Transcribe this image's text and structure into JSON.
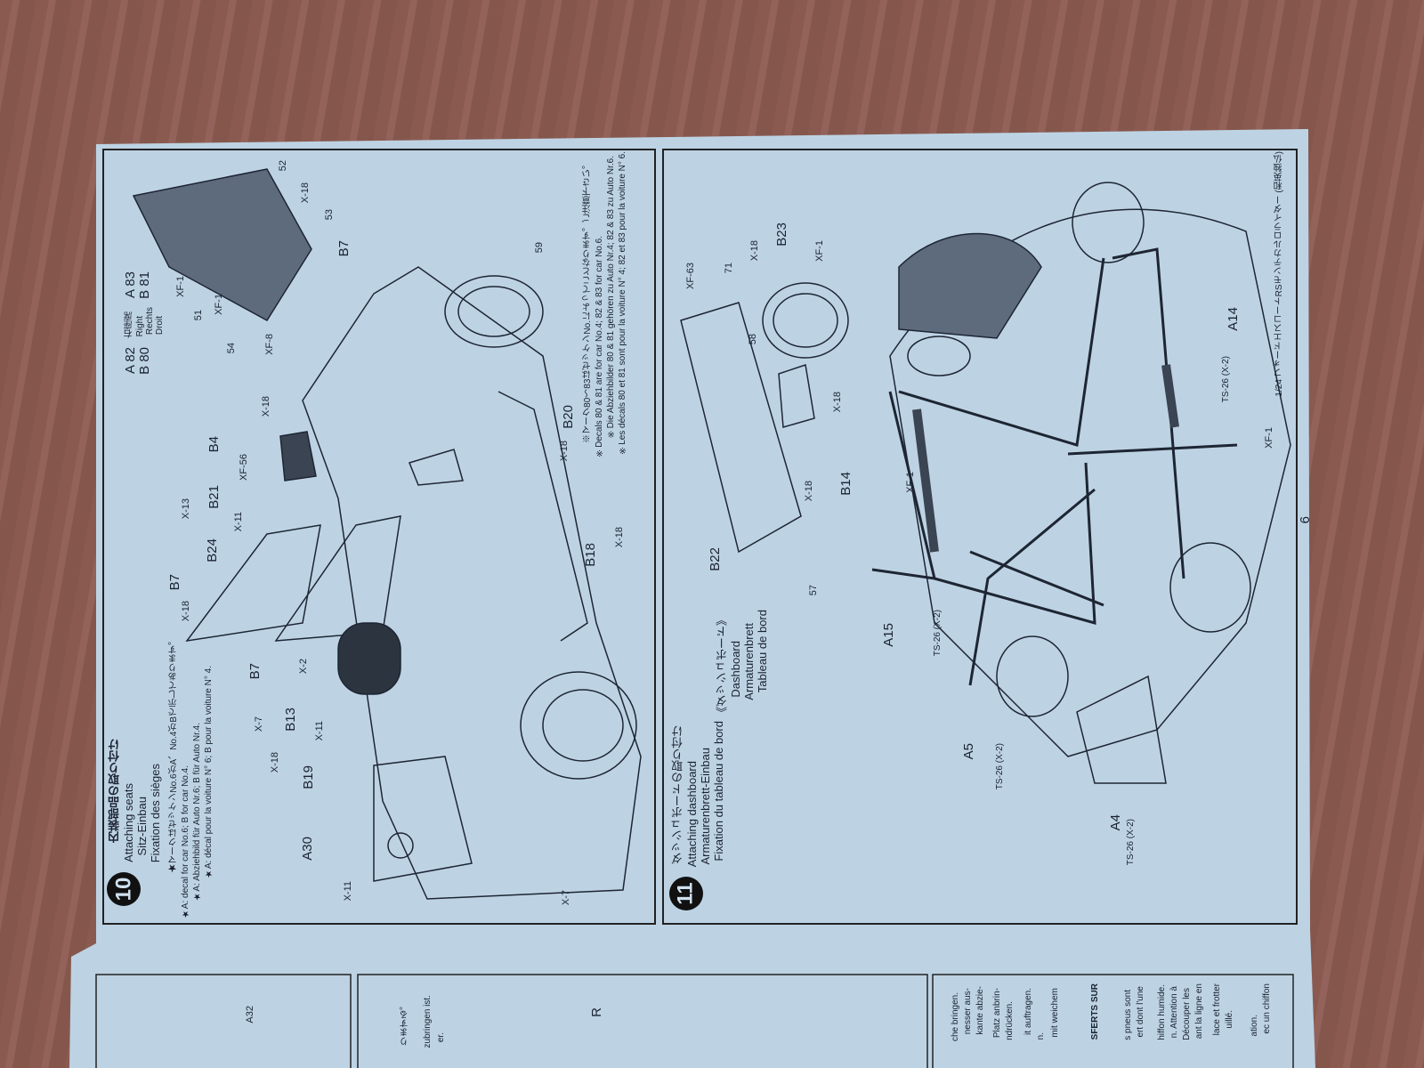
{
  "colors": {
    "paper": "#bcd3e4",
    "wood": "#8c5d52",
    "ink": "#1b2230"
  },
  "step10": {
    "number": "10",
    "title_jp": "内装部品の取り付け",
    "title_en": "Attaching seats",
    "title_de": "Sitz-Einbau",
    "title_fr": "Fixation des sièges",
    "notes": [
      "★マークはゼッケンNo.6がA、No.4がBで示してあります。",
      "★A: decal for car No.6; B for car No.4.",
      "★A: Abziehbild für Auto Nr.6; B für Auto Nr.4.",
      "★A: décal pour la voiture N° 6; B pour la voiture N° 4."
    ],
    "decal_note": [
      "※マーク80〜83はゼッケンNo.によってことなります。ご注意下さい。",
      "※Decals 80 & 81 are for car No.4; 82 & 83 for car No.6.",
      "※Die Abziehbilder 80 & 81 gehören zu Auto Nr.4; 82 & 83 zu Auto Nr.6.",
      "※Les décals 80 et 81 sont pour la voiture N° 4; 82 et 83 pour la voiture N° 6."
    ],
    "seat_legend": {
      "a1": "A 82",
      "b1": "B 80",
      "side": "右座席",
      "right": "Right",
      "rechts": "Rechts",
      "droit": "Droit",
      "a2": "A 83",
      "b2": "B 81"
    },
    "parts": [
      "XF-1",
      "XF-1",
      "XF-8",
      "51",
      "54",
      "52",
      "53",
      "X-18",
      "B7",
      "59",
      "B4",
      "X-18",
      "XF-56",
      "B21",
      "X-13",
      "X-11",
      "B24",
      "B7",
      "X-18",
      "B7",
      "X-2",
      "B13",
      "X-7",
      "X-11",
      "X-18",
      "B19",
      "A30",
      "X-11",
      "X-7",
      "B20",
      "X-18",
      "B18",
      "X-18"
    ]
  },
  "step11": {
    "number": "11",
    "title_jp": "ダッシュボードの取り付け",
    "title_en": "Attaching dashboard",
    "title_de": "Armaturenbrett-Einbau",
    "title_fr": "Fixation du tableau de bord",
    "sub_jp": "《ダッシュボード》",
    "sub_en": "Dashboard",
    "sub_de": "Armaturenbrett",
    "sub_fr": "Tableau de bord",
    "parts": [
      "XF-63",
      "71",
      "X-18",
      "B23",
      "XF-1",
      "58",
      "X-18",
      "B14",
      "X-18",
      "B22",
      "57",
      "A15",
      "XF-1",
      "A14",
      "XF-1",
      "A5",
      "A4"
    ],
    "ts": [
      "TS-26 (X-2)",
      "TS-26 (X-2)",
      "TS-26 (X-2)",
      "TS-26 (X-2)"
    ]
  },
  "footer": {
    "page": "6",
    "title": "1/24 フォードエスコートRSモンテカルロライダー (和英独仏)"
  },
  "lower": {
    "label_a32": "A32",
    "label_r": "R",
    "text_jp": "りまする。",
    "text_de1": "zubringen ist.",
    "text_de2": "er.",
    "col": [
      "che bringen.",
      "nesser aus-",
      "kante abzie-",
      "Platz anbrin-",
      "ndrücken.",
      "it auftragen.",
      "n.",
      "mit weichem"
    ],
    "fr_head": "SFERTS SUR",
    "fr": [
      "s pneus sont",
      "ert dont l'une",
      "hiffon humide.",
      "n. Attention à",
      "Découper les",
      "ant la ligne en",
      "lace et frotter",
      "uillé.",
      "ation.",
      "ec un chiffon"
    ]
  }
}
